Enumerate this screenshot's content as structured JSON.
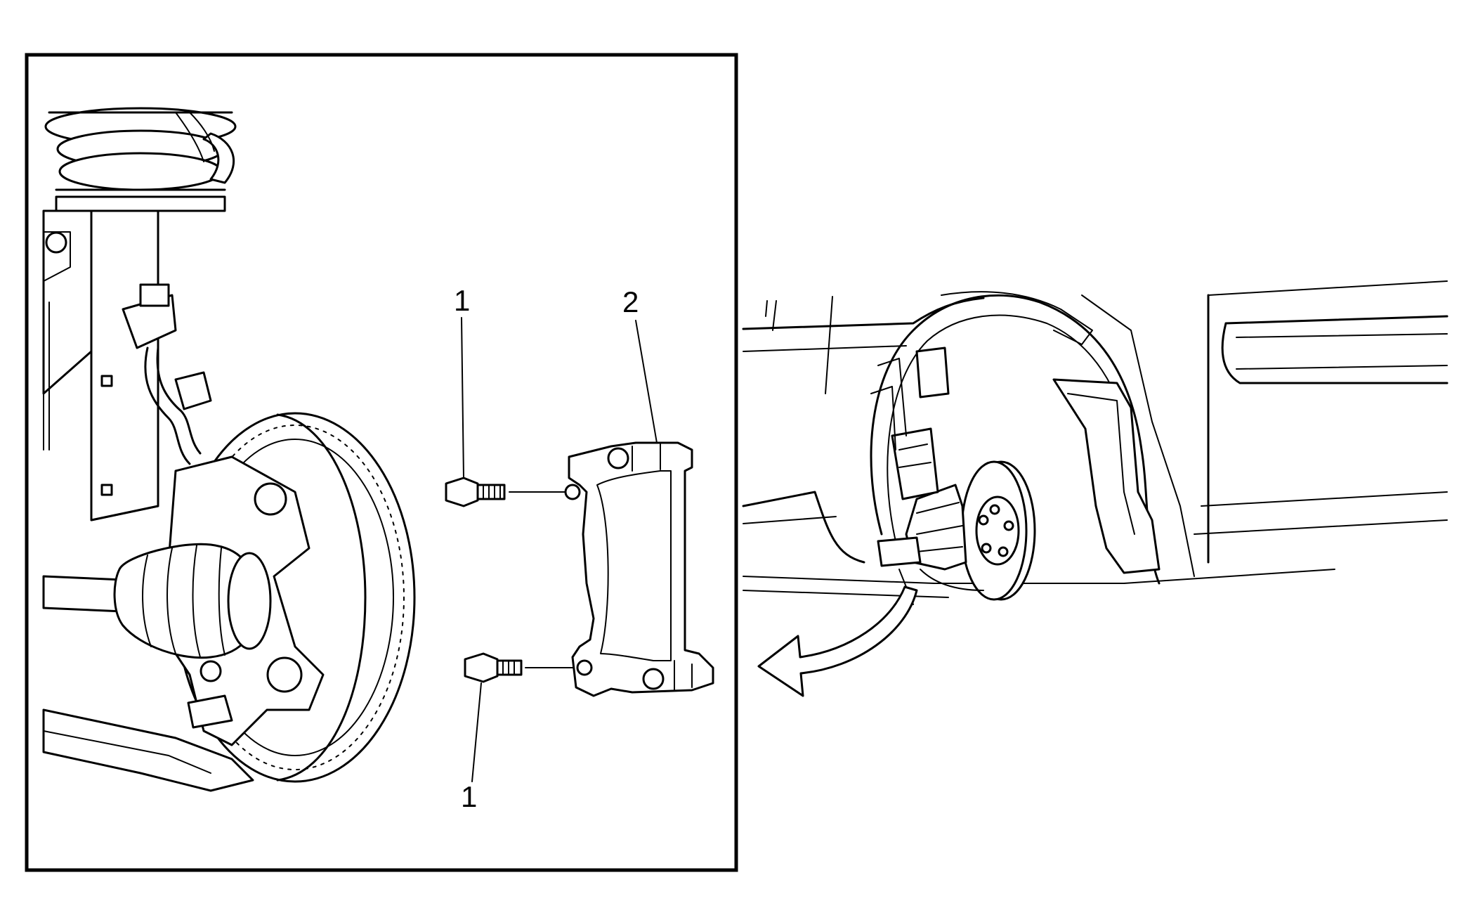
{
  "callouts": {
    "bolt_upper": "1",
    "bolt_lower": "1",
    "bracket": "2"
  },
  "colors": {
    "line": "#000000",
    "background": "#ffffff"
  },
  "icons": {
    "direction_arrow": "curved-arrow-left-icon"
  }
}
